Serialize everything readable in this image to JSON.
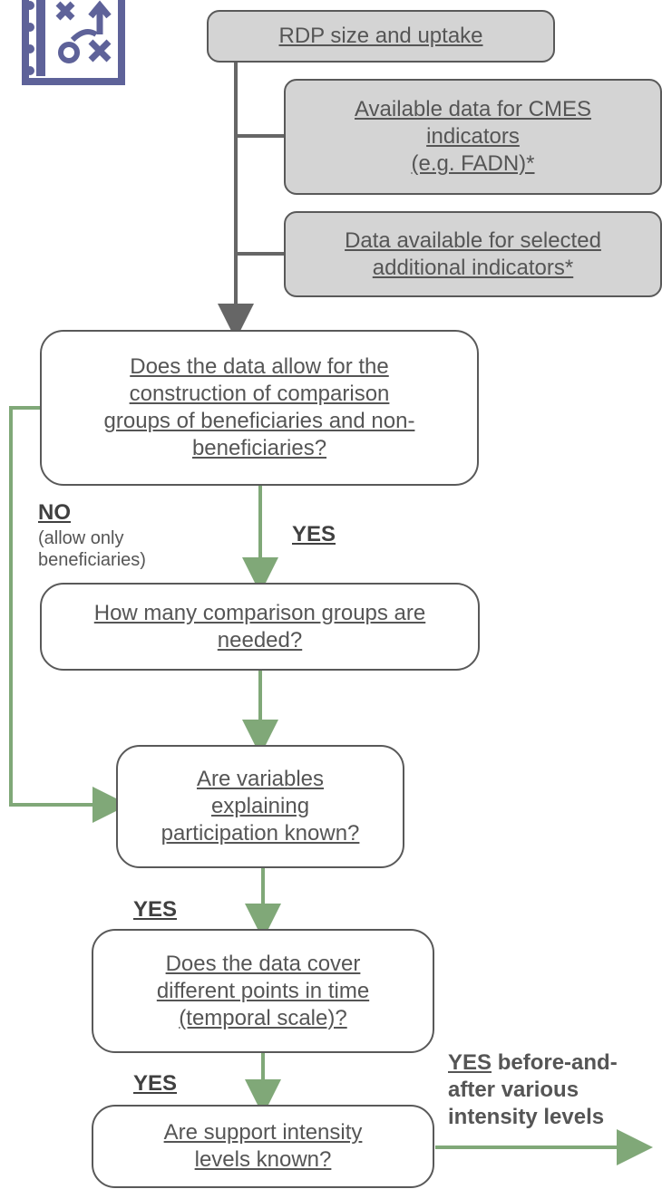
{
  "icon": {
    "name": "strategy-board-icon",
    "color": "#5e6299"
  },
  "colors": {
    "gray_line": "#666666",
    "green_line": "#80a878",
    "box_fill": "#d4d4d4",
    "text": "#555555"
  },
  "boxes": {
    "rdp": {
      "lines": [
        "RDP size and uptake"
      ]
    },
    "cmes": {
      "lines": [
        "Available data for CMES",
        "indicators",
        "(e.g. FADN)*"
      ]
    },
    "additional": {
      "lines": [
        "Data available for selected",
        "additional indicators*"
      ]
    },
    "comparison": {
      "lines": [
        "Does the data allow for the",
        "construction of comparison",
        "groups of beneficiaries and non-",
        "beneficiaries?"
      ]
    },
    "how_many": {
      "lines": [
        "How many comparison groups are",
        "needed?"
      ]
    },
    "variables": {
      "lines": [
        "Are variables",
        "explaining",
        "participation known?"
      ]
    },
    "temporal": {
      "lines": [
        "Does the  data cover",
        "different points in time",
        "(temporal scale)?"
      ]
    },
    "intensity": {
      "lines": [
        "Are support intensity",
        "levels known?"
      ]
    }
  },
  "labels": {
    "no": "NO",
    "no_note_1": "(allow only",
    "no_note_2": "beneficiaries)",
    "yes_1": "YES",
    "yes_2": "YES",
    "yes_3": "YES",
    "final_yes": "YES",
    "final_1": " before-and-",
    "final_2": "after various",
    "final_3": "intensity levels"
  }
}
